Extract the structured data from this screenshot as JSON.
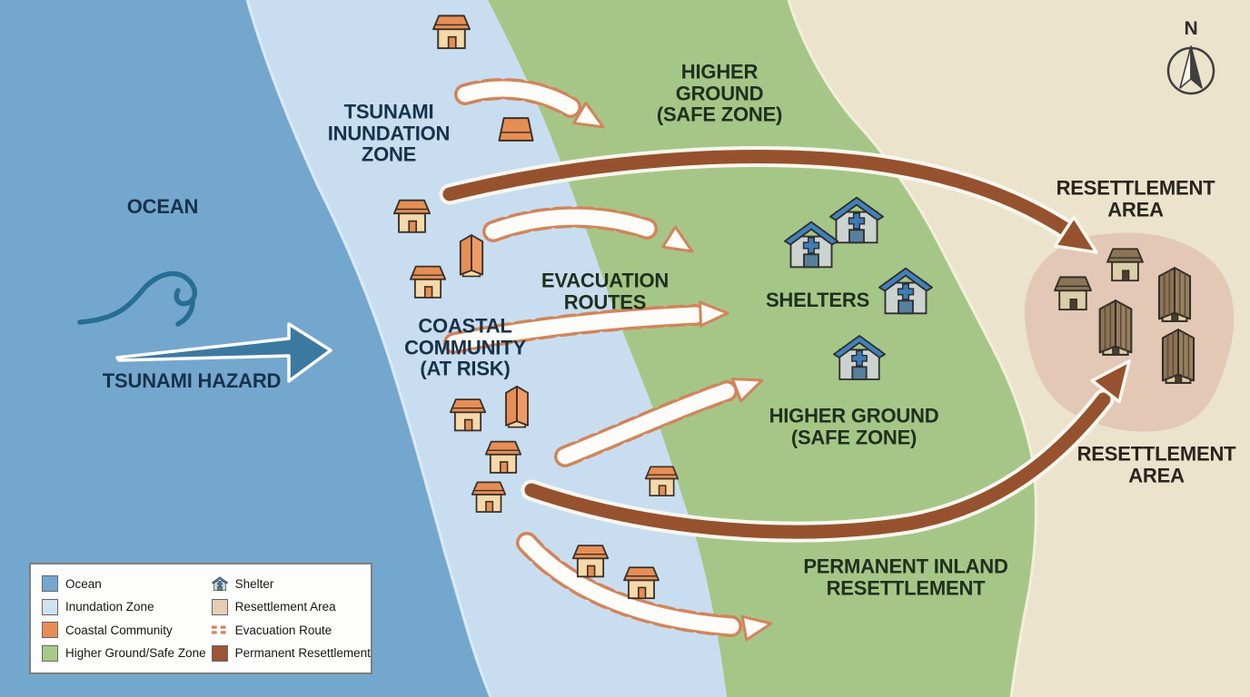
{
  "map": {
    "labels": {
      "ocean": "OCEAN",
      "tsunami_hazard": "TSUNAMI HAZARD",
      "inundation_zone": "TSUNAMI\nINUNDATION\nZONE",
      "higher_ground_top": "HIGHER\nGROUND\n(SAFE ZONE)",
      "evacuation_routes": "EVACUATION\nROUTES",
      "coastal_community": "COASTAL\nCOMMUNITY\n(AT RISK)",
      "shelters": "SHELTERS",
      "higher_ground_lower": "HIGHER GROUND\n(SAFE ZONE)",
      "permanent_inland": "PERMANENT INLAND\nRESETTLEMENT",
      "resettlement_area_top": "RESETTLEMENT\nAREA",
      "resettlement_area_bottom": "RESETTLEMENT\nAREA"
    }
  },
  "compass": {
    "label": "N"
  },
  "legend": {
    "left": [
      {
        "label": "Ocean",
        "swatch": "#74a7ce"
      },
      {
        "label": "Inundation Zone",
        "swatch": "#cfe2f1"
      },
      {
        "label": "Coastal Community",
        "swatch": "#e78e55"
      },
      {
        "label": "Higher Ground/Safe Zone",
        "swatch": "#a9c98b"
      }
    ],
    "right": [
      {
        "label": "Shelter",
        "swatch": "shelter-icon"
      },
      {
        "label": "Resettlement Area",
        "swatch": "#e7cdb6"
      },
      {
        "label": "Evacuation Route",
        "swatch": "dashed-orange-line"
      },
      {
        "label": "Permanent Resettlement",
        "swatch": "#9c5636"
      }
    ]
  },
  "colors": {
    "ocean": "#74a7ce",
    "inundation_zone": "#c8def0",
    "higher_ground_safe_zone": "#a6c687",
    "inland_background": "#ebe3cc",
    "resettlement_blob": "#e3c8b6",
    "coastal_community_house": "#e78e55",
    "permanent_resettlement": "#96522f",
    "evacuation_route_dash": "#d2845a",
    "shelter_roof": "#4182bb",
    "tsunami_arrow": "#3c79a1"
  }
}
